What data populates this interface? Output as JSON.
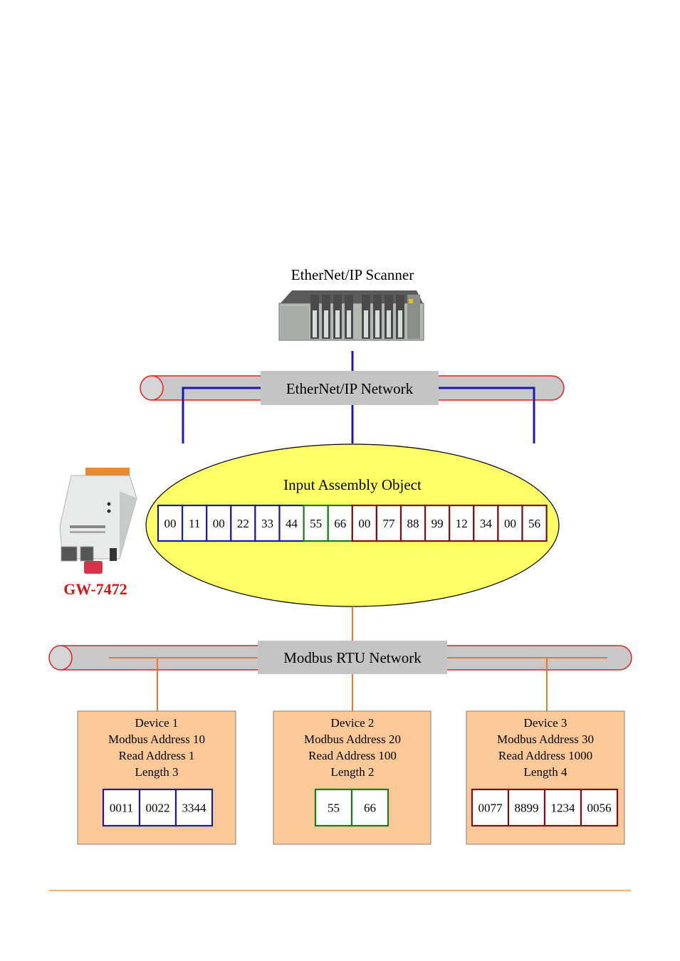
{
  "scanner": {
    "title": "EtherNet/IP Scanner"
  },
  "ethernet_network": {
    "label": "EtherNet/IP Network"
  },
  "assembly": {
    "title": "Input Assembly Object",
    "bytes": [
      "00",
      "11",
      "00",
      "22",
      "33",
      "44",
      "55",
      "66",
      "00",
      "77",
      "88",
      "99",
      "12",
      "34",
      "00",
      "56"
    ],
    "byte_groups": [
      "device1",
      "device1",
      "device1",
      "device1",
      "device1",
      "device1",
      "device2",
      "device2",
      "device3",
      "device3",
      "device3",
      "device3",
      "device3",
      "device3",
      "device3",
      "device3"
    ]
  },
  "gateway": {
    "model": "GW-7472"
  },
  "modbus_network": {
    "label": "Modbus RTU Network"
  },
  "devices": [
    {
      "line1": "Device 1",
      "line2": "Modbus Address 10",
      "line3": "Read Address 1",
      "line4": "Length 3",
      "values": [
        "0011",
        "0022",
        "3344"
      ]
    },
    {
      "line1": "Device 2",
      "line2": "Modbus Address 20",
      "line3": "Read Address 100",
      "line4": "Length 2",
      "values": [
        "55",
        "66"
      ]
    },
    {
      "line1": "Device 3",
      "line2": "Modbus Address 30",
      "line3": "Read Address 1000",
      "line4": "Length 4",
      "values": [
        "0077",
        "8899",
        "1234",
        "0056"
      ]
    }
  ],
  "colors": {
    "device1": "#1a1aa8",
    "device2": "#1a7a1a",
    "device3": "#7a1010",
    "ethernet_line": "#1a1ab0",
    "modbus_line": "#e8782a",
    "pipe_outline": "#e02020",
    "pipe_fill": "#c8c8c8",
    "ellipse_fill": "#ffff66",
    "device_box_fill": "#fbc898",
    "gateway_label": "#d01818",
    "footer_rule": "#f8b070"
  }
}
